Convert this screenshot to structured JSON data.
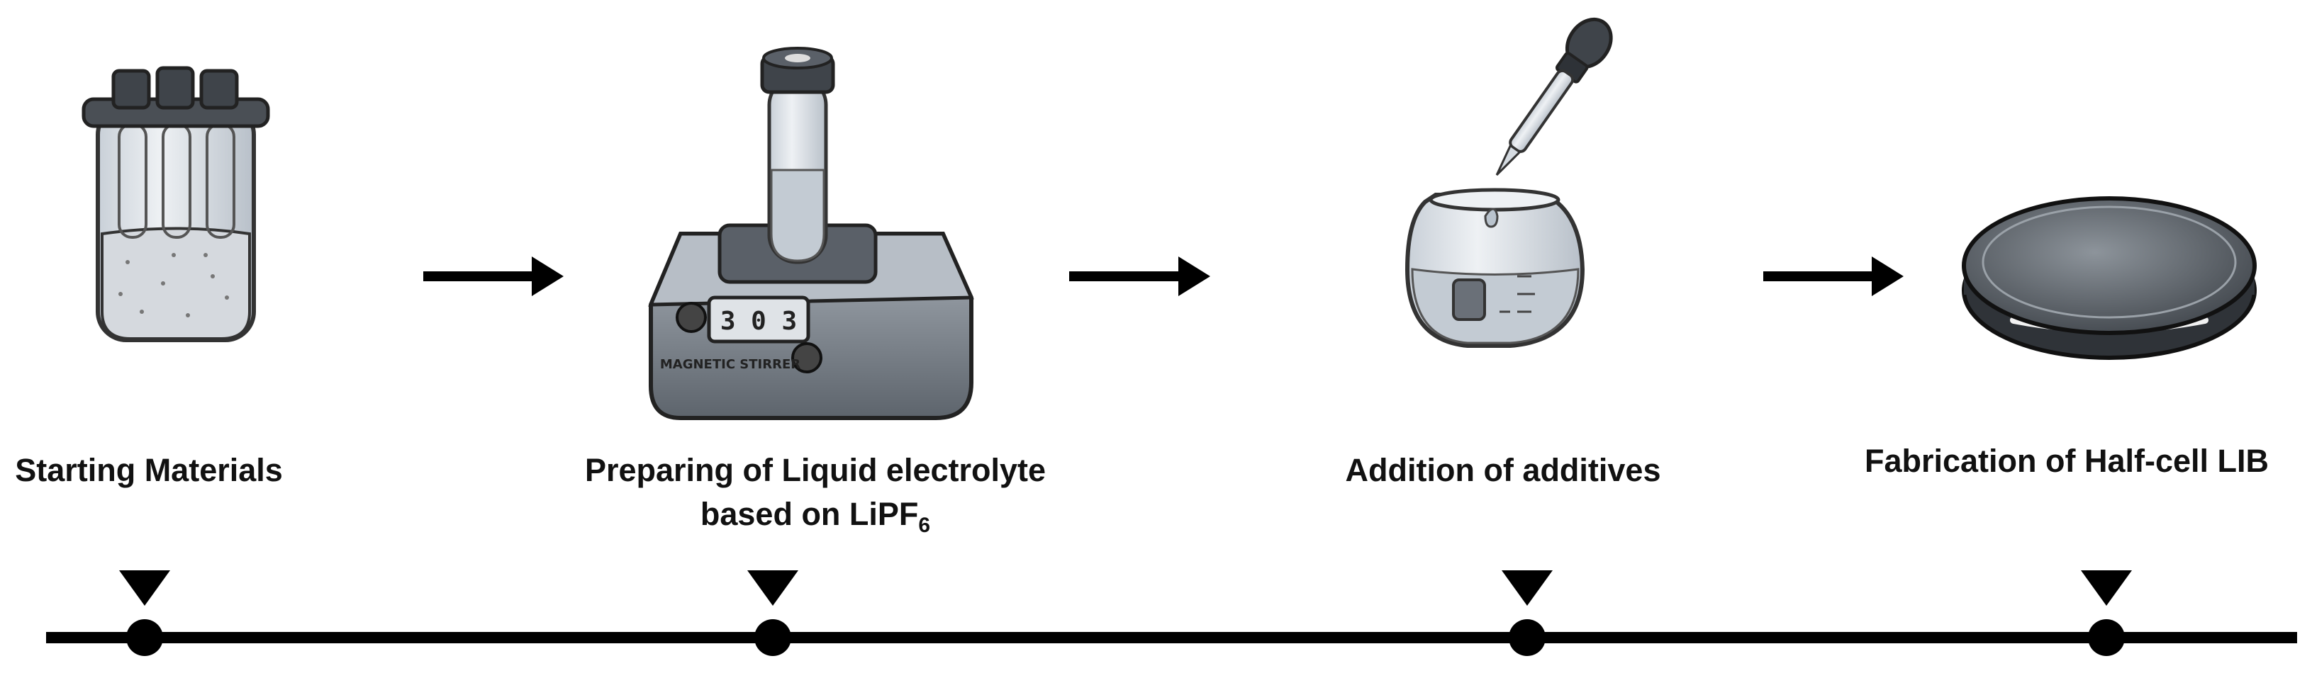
{
  "steps": [
    {
      "label": "Starting Materials",
      "icon": "sealed-vial-container-icon"
    },
    {
      "label_line1": "Preparing of Liquid electrolyte",
      "label_line2_prefix": "based on LiPF",
      "label_line2_sub": "6",
      "icon": "magnetic-stirrer-test-tube-icon"
    },
    {
      "label": "Addition of additives",
      "icon": "beaker-dropper-icon"
    },
    {
      "label": "Fabrication of Half-cell LIB",
      "icon": "coin-cell-icon"
    }
  ],
  "stirrer_display": "3 0 3",
  "stirrer_brand": "MAGNETIC STIRRER",
  "colors": {
    "line": "#000000",
    "glass": "#dfe4ea",
    "metal": "#8c949c",
    "dark": "#3a3f45",
    "liquid": "#b9c3cd"
  }
}
